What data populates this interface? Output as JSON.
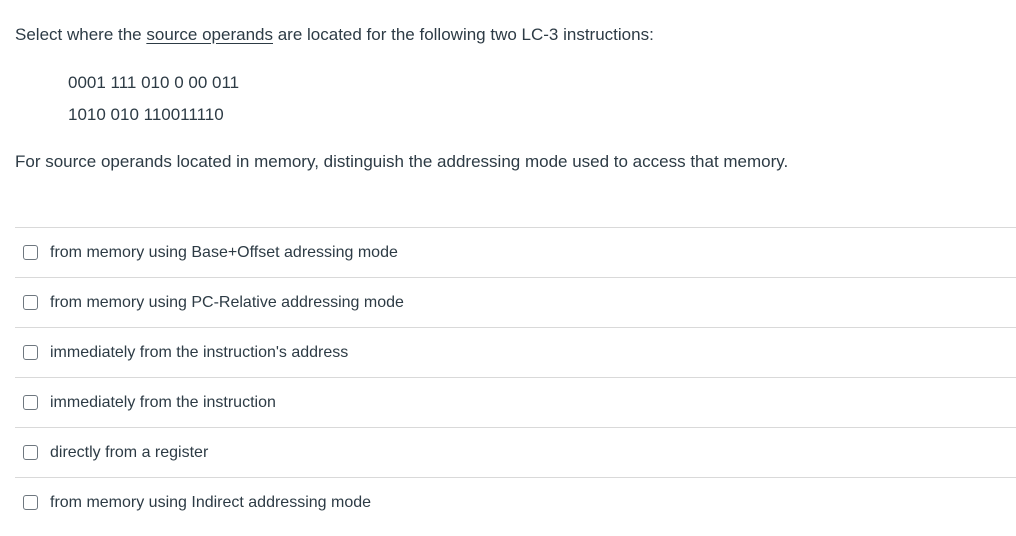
{
  "question": {
    "prompt_prefix": "Select where the ",
    "prompt_underlined": "source operands",
    "prompt_suffix": " are located for the following two LC-3 instructions:",
    "instructions": [
      "0001 111 010 0 00 011",
      "1010 010 110011110"
    ],
    "followup": "For source operands located in memory, distinguish the addressing mode used to access that memory."
  },
  "options": [
    {
      "label": "from memory using Base+Offset adressing mode",
      "checked": false
    },
    {
      "label": "from memory using PC-Relative addressing mode",
      "checked": false
    },
    {
      "label": "immediately from the instruction's address",
      "checked": false
    },
    {
      "label": "immediately from the instruction",
      "checked": false
    },
    {
      "label": "directly from a register",
      "checked": false
    },
    {
      "label": "from memory using Indirect addressing mode",
      "checked": false
    }
  ],
  "colors": {
    "text": "#2D3B45",
    "divider": "#D9D9D9",
    "checkbox_border": "#6E777F",
    "background": "#FFFFFF"
  }
}
